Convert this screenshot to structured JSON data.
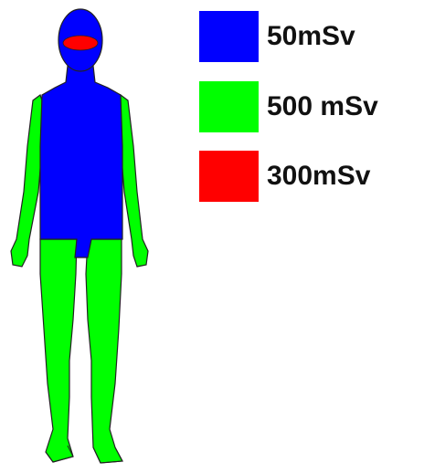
{
  "colors": {
    "low_dose": "#0000ff",
    "high_dose": "#00ff00",
    "eye_dose": "#ff0000",
    "outline": "#222222"
  },
  "regions": {
    "head_neck_torso": "50mSv",
    "arms_legs": "500 mSv",
    "eyes": "300mSv"
  },
  "legend": {
    "items": [
      {
        "label": "50mSv",
        "color": "#0000ff"
      },
      {
        "label": "500 mSv",
        "color": "#00ff00"
      },
      {
        "label": "300mSv",
        "color": "#ff0000"
      }
    ]
  }
}
